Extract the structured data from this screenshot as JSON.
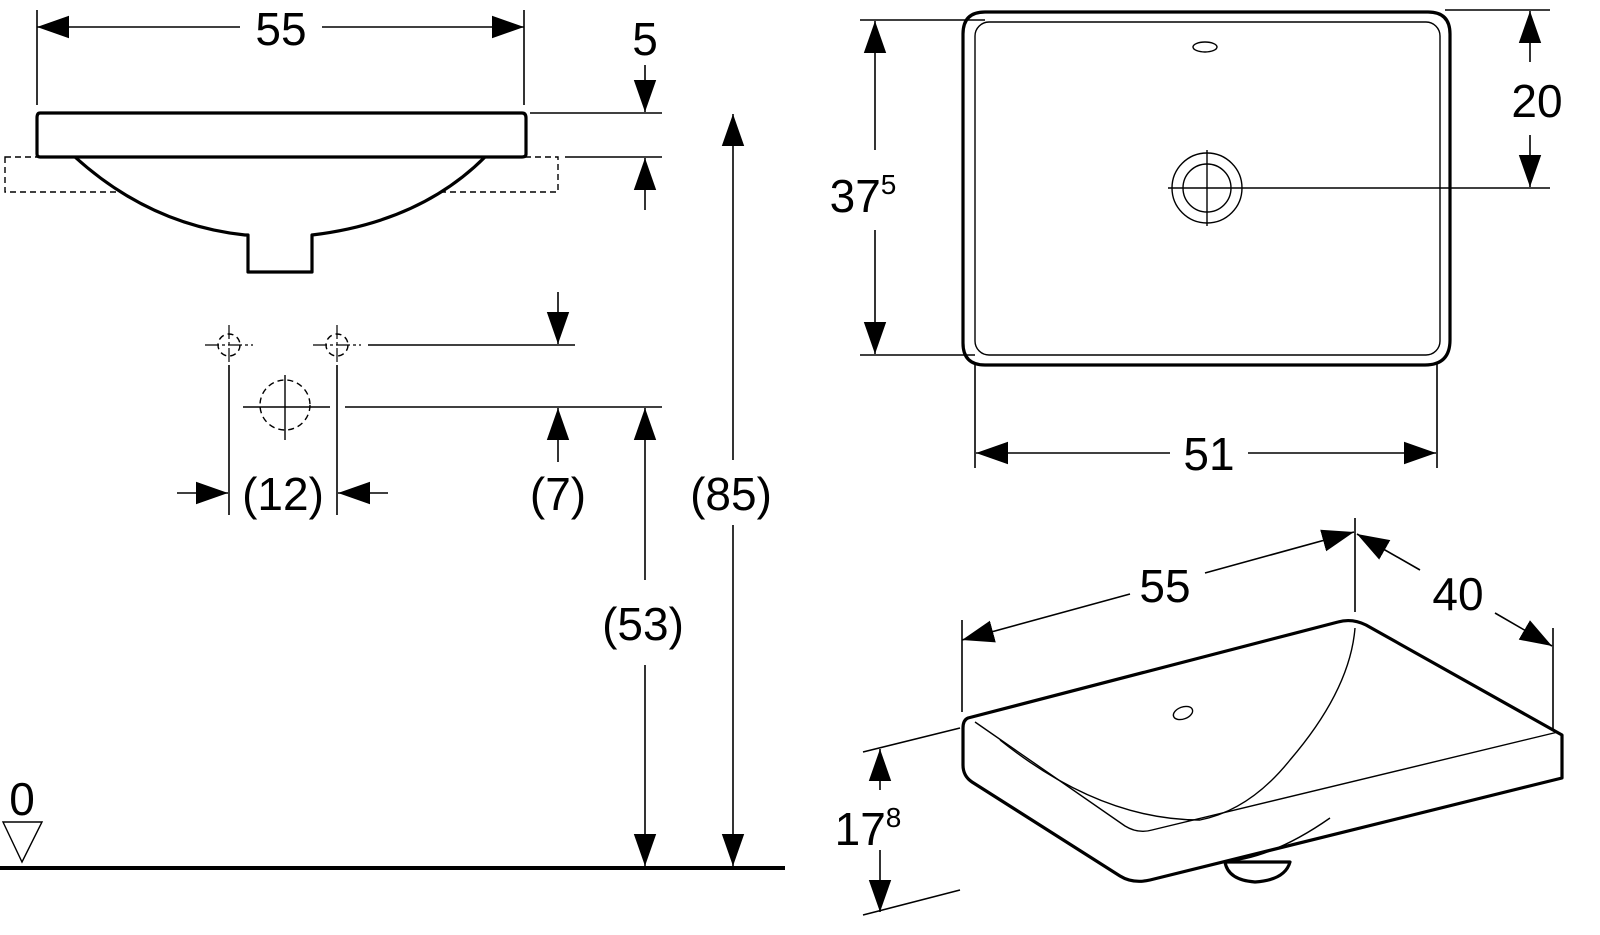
{
  "side_view": {
    "width_label": "55",
    "rim_label": "5",
    "tap_spacing_label": "(12)",
    "tap_offset_label": "(7)",
    "total_height_label": "(85)",
    "drain_height_label": "(53)",
    "floor_label": "0"
  },
  "top_view": {
    "depth_main": "37",
    "depth_sup": "5",
    "drain_offset_label": "20",
    "inner_width_label": "51"
  },
  "iso_view": {
    "width_label": "55",
    "depth_label": "40",
    "height_main": "17",
    "height_sup": "8"
  }
}
